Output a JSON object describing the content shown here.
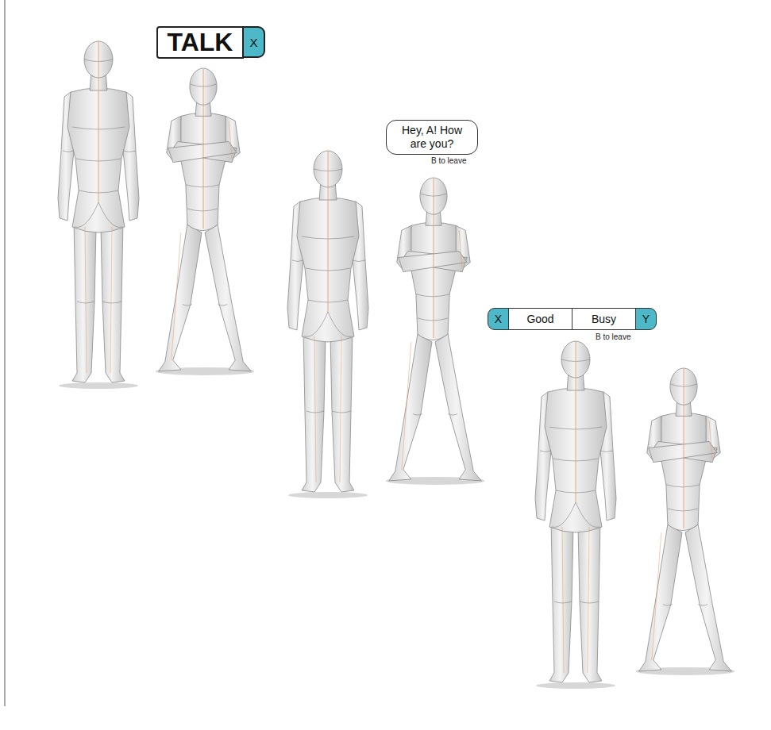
{
  "diagram": {
    "nodes": [
      {
        "text": [
          "TALK"
        ]
      },
      {
        "text": [
          "X"
        ]
      },
      {
        "text": [
          "Hey, A! How are you?"
        ]
      },
      {
        "text": [
          "X"
        ]
      },
      {
        "text": [
          "Good"
        ]
      },
      {
        "text": [
          "Busy"
        ]
      },
      {
        "text": [
          "Y"
        ]
      }
    ],
    "labels": [
      "B to leave",
      "B to leave"
    ]
  }
}
